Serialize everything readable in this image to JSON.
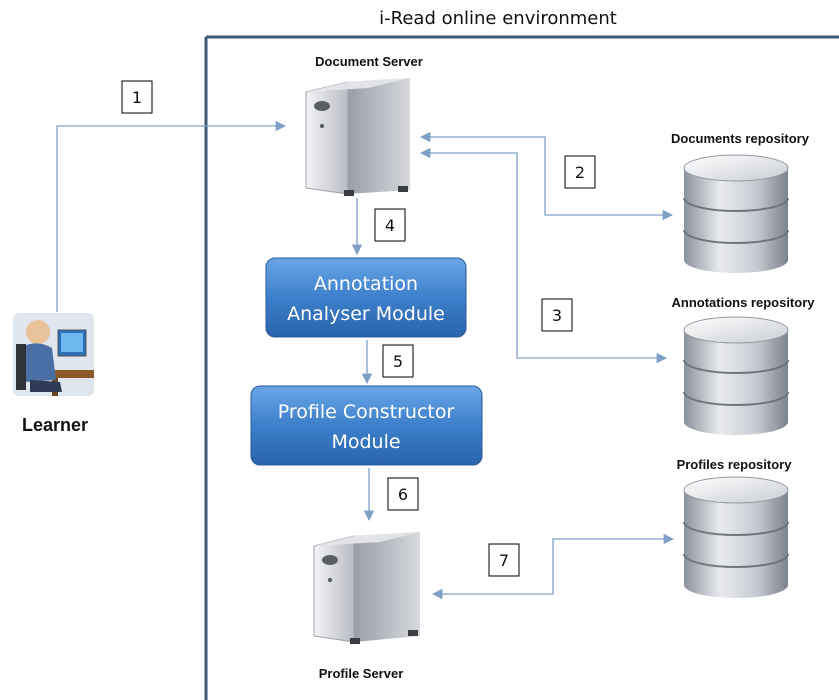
{
  "environment": {
    "title": "i-Read online environment"
  },
  "learner": {
    "label": "Learner"
  },
  "document_server": {
    "label": "Document Server"
  },
  "profile_server": {
    "label": "Profile Server"
  },
  "modules": {
    "annotation": {
      "line1": "Annotation",
      "line2": "Analyser Module"
    },
    "profile": {
      "line1": "Profile  Constructor",
      "line2": "Module"
    }
  },
  "repositories": {
    "documents": {
      "label": "Documents repository"
    },
    "annotations": {
      "label": "Annotations repository"
    },
    "profiles": {
      "label": "Profiles repository"
    }
  },
  "steps": [
    "1",
    "2",
    "3",
    "4",
    "5",
    "6",
    "7"
  ],
  "colors": {
    "frame": "#3d5a78",
    "arrow": "#7f9fc6",
    "module_fill": "#3d7fcb",
    "module_text": "#ffffff"
  }
}
